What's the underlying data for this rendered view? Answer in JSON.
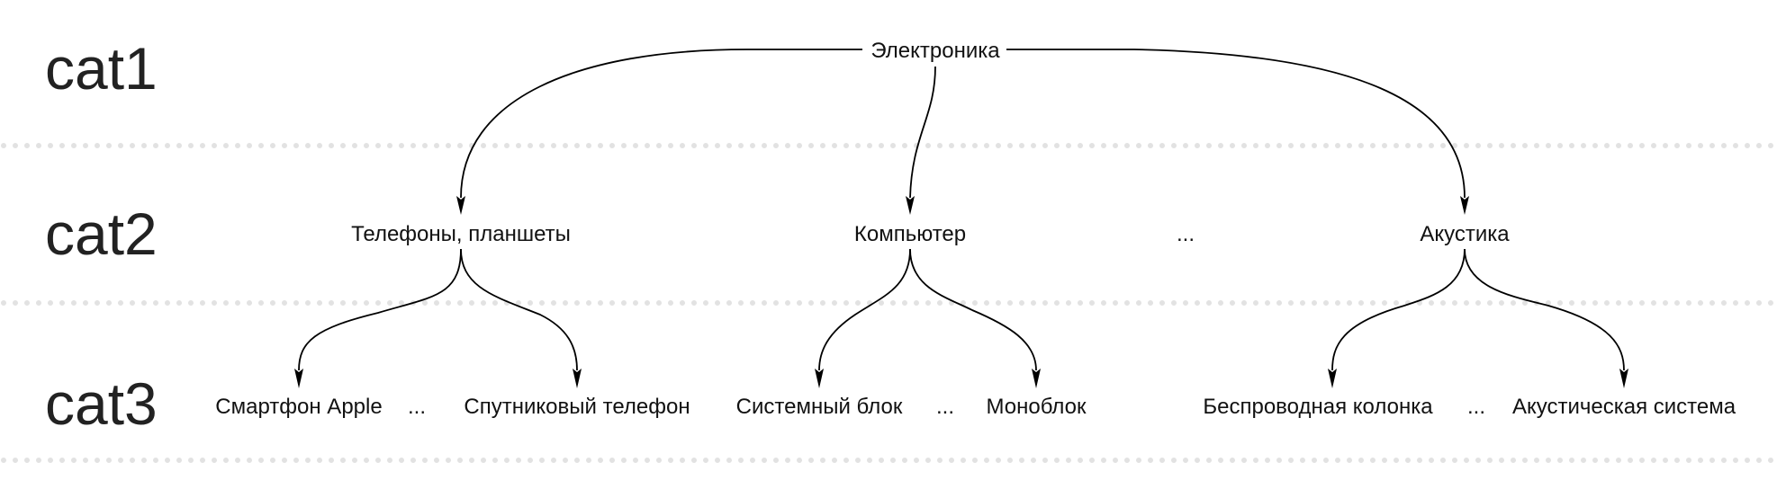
{
  "levels": [
    "cat1",
    "cat2",
    "cat3"
  ],
  "root": "Электроника",
  "cat2": [
    "Телефоны, планшеты",
    "Компьютер",
    "...",
    "Акустика"
  ],
  "cat3": {
    "phones": [
      "Смартфон Apple",
      "...",
      "Спутниковый телефон"
    ],
    "computer": [
      "Системный блок",
      "...",
      "Моноблок"
    ],
    "acoustics": [
      "Беспроводная колонка",
      "...",
      "Акустическая система"
    ]
  }
}
